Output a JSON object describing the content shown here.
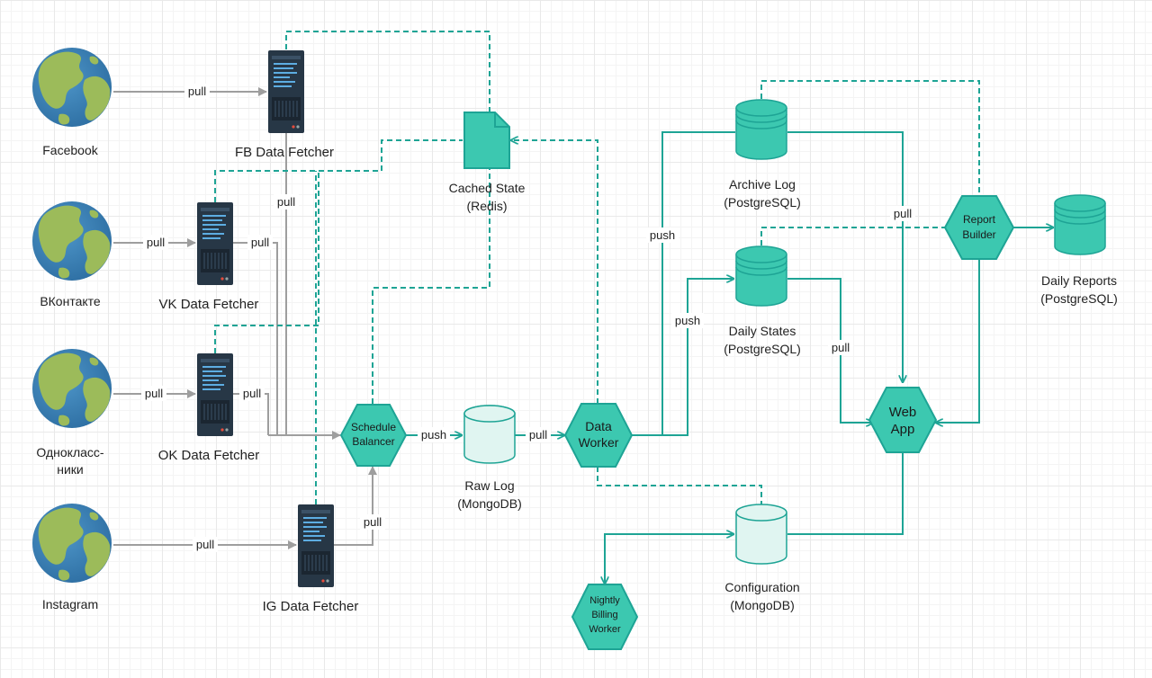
{
  "sources": [
    {
      "id": "facebook",
      "label": "Facebook"
    },
    {
      "id": "vkontakte",
      "label": "ВКонтакте"
    },
    {
      "id": "odnoklassniki",
      "label_line1": "Однокласс-",
      "label_line2": "ники"
    },
    {
      "id": "instagram",
      "label": "Instagram"
    }
  ],
  "fetchers": [
    {
      "id": "fb",
      "label": "FB Data Fetcher"
    },
    {
      "id": "vk",
      "label": "VK Data Fetcher"
    },
    {
      "id": "ok",
      "label": "OK Data Fetcher"
    },
    {
      "id": "ig",
      "label": "IG Data Fetcher"
    }
  ],
  "nodes": {
    "cached_state": {
      "line1": "Cached State",
      "line2": "(Redis)"
    },
    "schedule_balancer": {
      "line1": "Schedule",
      "line2": "Balancer"
    },
    "raw_log": {
      "line1": "Raw Log",
      "line2": "(MongoDB)"
    },
    "data_worker": {
      "line1": "Data",
      "line2": "Worker"
    },
    "archive_log": {
      "line1": "Archive Log",
      "line2": "(PostgreSQL)"
    },
    "daily_states": {
      "line1": "Daily States",
      "line2": "(PostgreSQL)"
    },
    "report_builder": {
      "line1": "Report",
      "line2": "Builder"
    },
    "daily_reports": {
      "line1": "Daily Reports",
      "line2": "(PostgreSQL)"
    },
    "web_app": {
      "line1": "Web",
      "line2": "App"
    },
    "configuration": {
      "line1": "Configuration",
      "line2": "(MongoDB)"
    },
    "nightly_billing": {
      "line1": "Nightly",
      "line2": "Billing",
      "line3": "Worker"
    }
  },
  "edge_labels": {
    "pull": "pull",
    "push": "push"
  },
  "colors": {
    "teal_fill": "#3cc8b0",
    "teal_stroke": "#1ea495",
    "light_fill": "#e0f5f1",
    "gray_edge": "#9e9e9e",
    "server_dark": "#273746",
    "globe_ocean": "#3a82b8",
    "globe_land": "#9cbb5a"
  }
}
